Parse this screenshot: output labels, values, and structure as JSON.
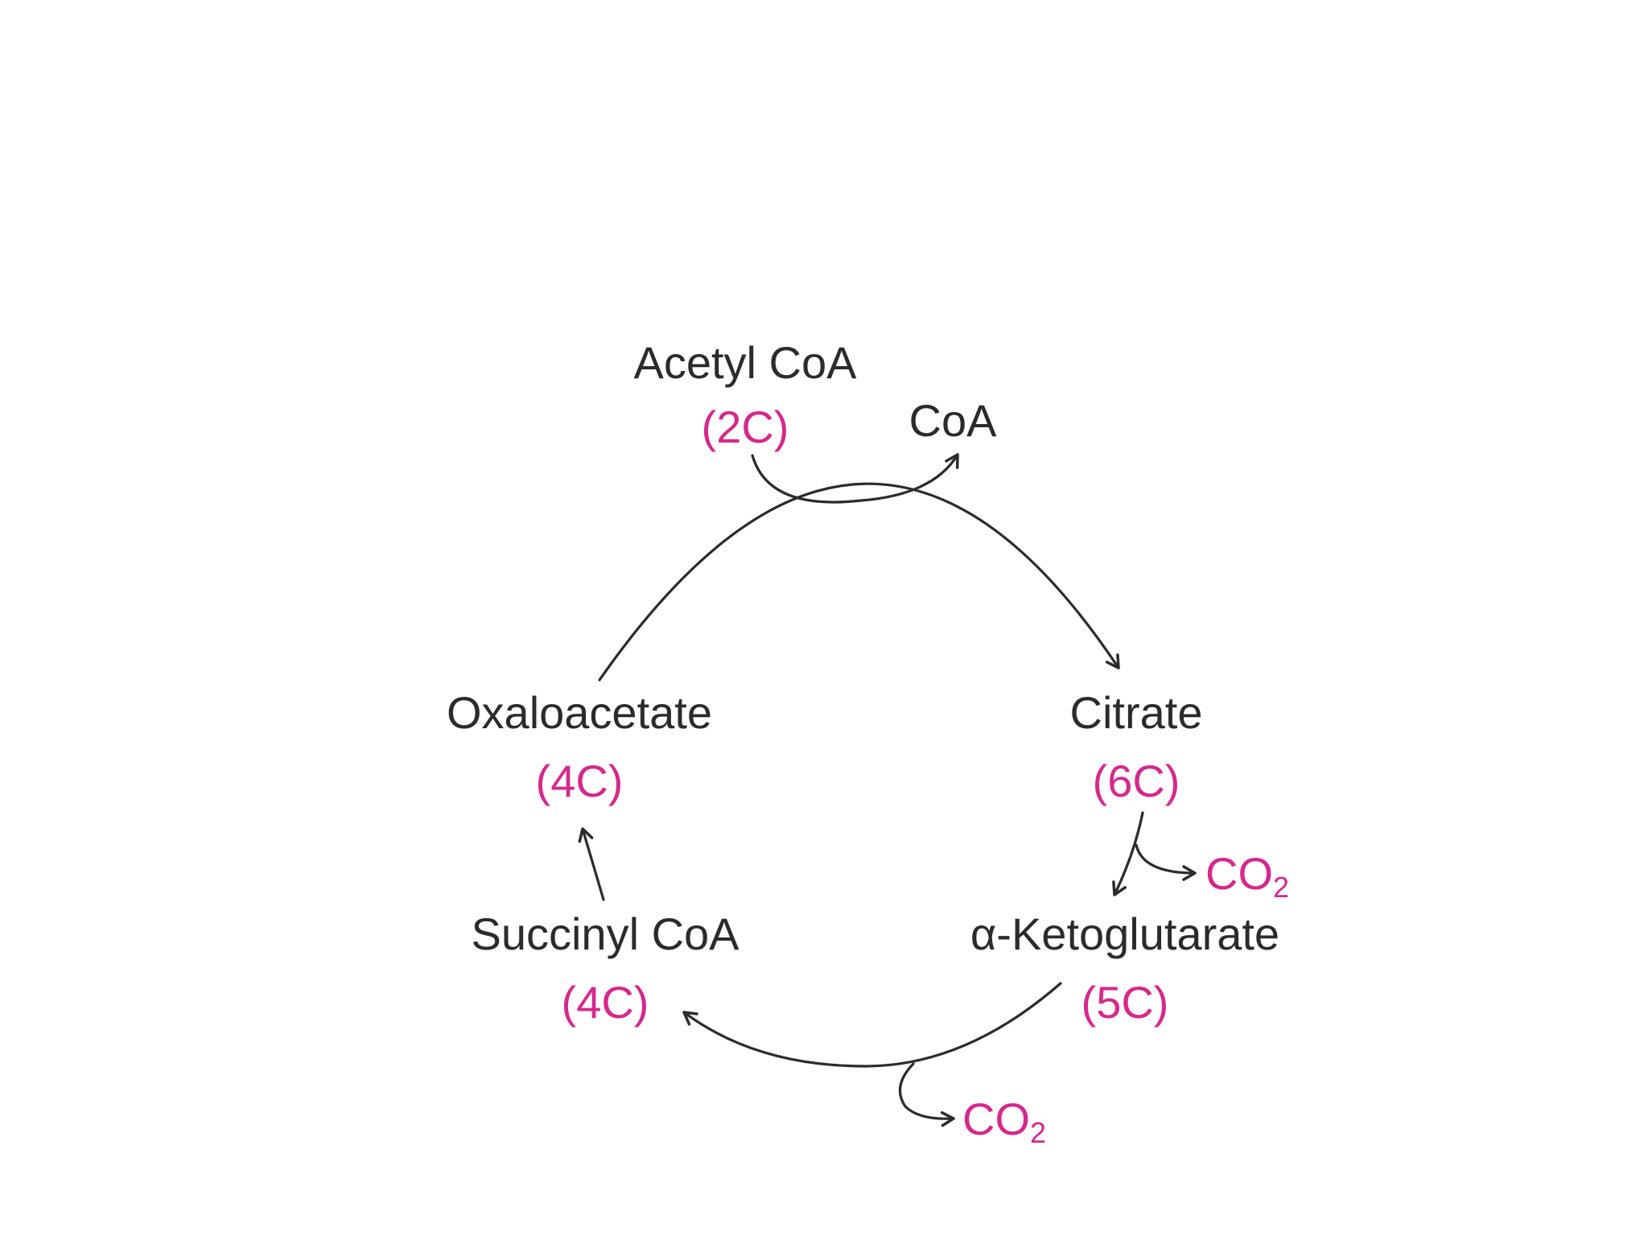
{
  "colors": {
    "ink": "#2b2b2b",
    "accent": "#d6288c",
    "background": "#ffffff"
  },
  "molecules": {
    "acetyl_coa": {
      "name": "Acetyl CoA",
      "carbons": "(2C)"
    },
    "coa": {
      "name": "CoA"
    },
    "citrate": {
      "name": "Citrate",
      "carbons": "(6C)"
    },
    "alpha_ketoglutarate": {
      "name": "α-Ketoglutarate",
      "carbons": "(5C)"
    },
    "succinyl_coa": {
      "name": "Succinyl CoA",
      "carbons": "(4C)"
    },
    "oxaloacetate": {
      "name": "Oxaloacetate",
      "carbons": "(4C)"
    }
  },
  "byproducts": {
    "co2_first": {
      "main": "CO",
      "sub": "2"
    },
    "co2_second": {
      "main": "CO",
      "sub": "2"
    }
  }
}
